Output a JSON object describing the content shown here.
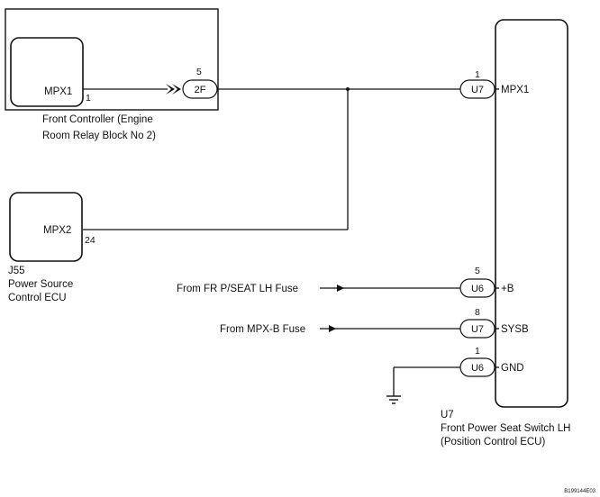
{
  "front_controller": {
    "pin_name": "MPX1",
    "pin_number": "1",
    "connector_pin": "5",
    "connector_code": "2F",
    "label_line1": "Front Controller (Engine",
    "label_line2": "Room Relay Block No  2)"
  },
  "power_source_ecu": {
    "pin_name": "MPX2",
    "pin_number": "24",
    "code": "J55",
    "label_line1": "Power Source",
    "label_line2": "Control ECU"
  },
  "seat_switch": {
    "code": "U7",
    "label_line1": "Front Power Seat Switch LH",
    "label_line2": "(Position Control ECU)",
    "terminals": [
      {
        "pin": "1",
        "connector": "U7",
        "name": "MPX1"
      },
      {
        "pin": "5",
        "connector": "U6",
        "name": "+B"
      },
      {
        "pin": "8",
        "connector": "U7",
        "name": "SYSB"
      },
      {
        "pin": "1",
        "connector": "U6",
        "name": "GND"
      }
    ]
  },
  "sources": {
    "fuse_lh": "From FR P/SEAT LH Fuse",
    "fuse_mpxb": "From MPX-B Fuse"
  },
  "figure_code": "B199144E03"
}
